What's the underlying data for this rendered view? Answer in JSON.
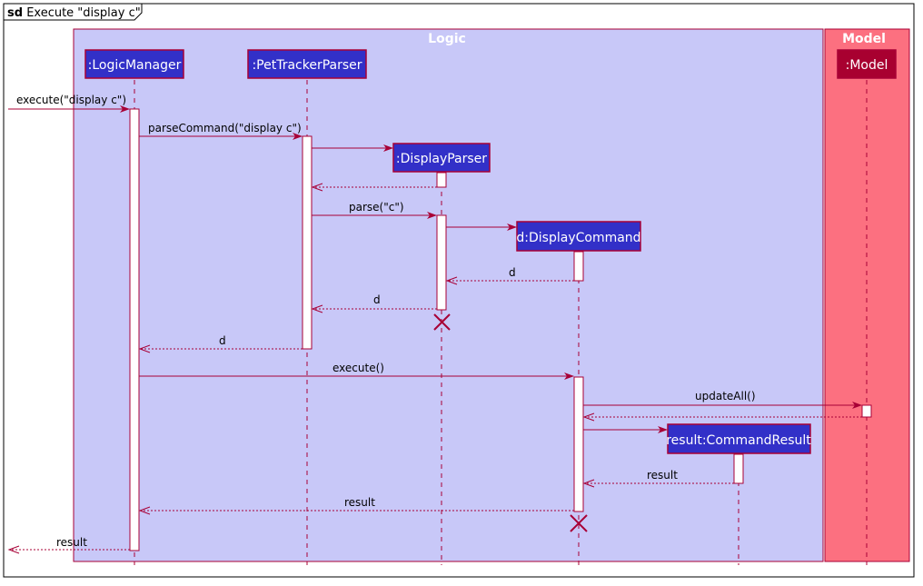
{
  "frame": {
    "keyword": "sd",
    "title": "Execute \"display c\""
  },
  "groups": {
    "logic": "Logic",
    "model": "Model"
  },
  "participants": {
    "logic_manager": ":LogicManager",
    "pet_tracker_parser": ":PetTrackerParser",
    "display_parser": ":DisplayParser",
    "display_command": "d:DisplayCommand",
    "command_result": "result:CommandResult",
    "model": ":Model"
  },
  "messages": {
    "execute_display": "execute(\"display c\")",
    "parse_command": "parseCommand(\"display c\")",
    "parse_c": "parse(\"c\")",
    "return_d_command": "d",
    "return_d_parser": "d",
    "return_d_logic": "d",
    "execute": "execute()",
    "update_all": "updateAll()",
    "return_result_cmd": "result",
    "return_result_logic": "result",
    "return_result_out": "result"
  },
  "colors": {
    "logic_bg": "#c8c8f8",
    "model_bg": "#fc7080",
    "participant_fill": "#3230c8",
    "model_fill": "#a80030",
    "accent": "#a80036"
  }
}
